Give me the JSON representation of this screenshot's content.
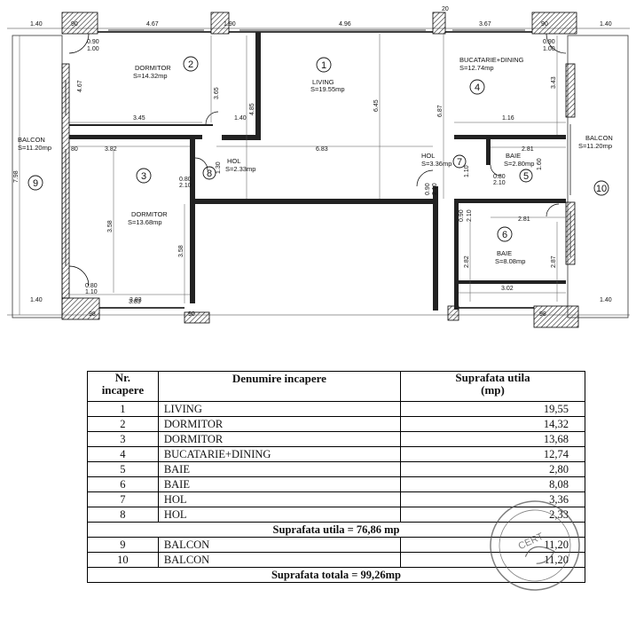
{
  "plan": {
    "top_dims": [
      "1.40",
      "4.67",
      "1.90",
      "4.96",
      "3.67",
      "1.40"
    ],
    "bottom_dims": [
      "1.40",
      "3.83",
      "1.40"
    ],
    "inner_dims": {
      "bedroom2_width": "3.45",
      "bedroom3_width": "3.82",
      "bedroom3_bottom": "3.83",
      "hall_width": "1.40",
      "corridor_width": "6.83",
      "kitchen_width": "1.16",
      "bath5_width": "2.81",
      "bath6_width": "2.81",
      "bath6_bottom": "3.02",
      "bedroom2_height": "4.67",
      "living_h1": "3.65",
      "living_h2": "4.85",
      "living_h3": "6.45",
      "living_h4": "6.87",
      "kitchen_height": "3.43",
      "bedroom3_height": "3.58",
      "bedroom3_height2": "3.58",
      "hall8_height": "1.30",
      "bath5_height": "1.60",
      "bath6_h1": "2.82",
      "bath6_h2": "2.87",
      "hol7_h": "1.10",
      "balcony_height": "7.98",
      "small_90": "90",
      "small_80": "80",
      "small_98": "98",
      "small_20": "20"
    },
    "door_tags": [
      "0.90",
      "1.00",
      "0.80",
      "1.10",
      "0.80",
      "2.10",
      "0.90",
      "2.10",
      "0.90",
      "2.10"
    ],
    "rooms": [
      {
        "num": "1",
        "name": "LIVING",
        "area": "S=19.55mp"
      },
      {
        "num": "2",
        "name": "DORMITOR",
        "area": "S=14.32mp"
      },
      {
        "num": "3",
        "name": "DORMITOR",
        "area": "S=13.68mp"
      },
      {
        "num": "4",
        "name": "BUCATARIE+DINING",
        "area": "S=12.74mp"
      },
      {
        "num": "5",
        "name": "BAIE",
        "area": "S=2.80mp"
      },
      {
        "num": "6",
        "name": "BAIE",
        "area": "S=8.08mp"
      },
      {
        "num": "7",
        "name": "HOL",
        "area": "S=3.36mp"
      },
      {
        "num": "8",
        "name": "HOL",
        "area": "S=2.33mp"
      },
      {
        "num": "9",
        "name": "BALCON",
        "area": "S=11.20mp"
      },
      {
        "num": "10",
        "name": "BALCON",
        "area": "S=11.20mp"
      }
    ]
  },
  "table": {
    "headers": {
      "nr_line1": "Nr.",
      "nr_line2": "incapere",
      "name": "Denumire incapere",
      "area_line1": "Suprafata utila",
      "area_line2": "(mp)"
    },
    "rows": [
      {
        "nr": "1",
        "name": "LIVING",
        "area": "19,55"
      },
      {
        "nr": "2",
        "name": "DORMITOR",
        "area": "14,32"
      },
      {
        "nr": "3",
        "name": "DORMITOR",
        "area": "13,68"
      },
      {
        "nr": "4",
        "name": "BUCATARIE+DINING",
        "area": "12,74"
      },
      {
        "nr": "5",
        "name": "BAIE",
        "area": "2,80"
      },
      {
        "nr": "6",
        "name": "BAIE",
        "area": "8,08"
      },
      {
        "nr": "7",
        "name": "HOL",
        "area": "3,36"
      },
      {
        "nr": "8",
        "name": "HOL",
        "area": "2,33"
      }
    ],
    "subtotal": "Suprafata utila =  76,86 mp",
    "balcony_rows": [
      {
        "nr": "9",
        "name": "BALCON",
        "area": "11,20"
      },
      {
        "nr": "10",
        "name": "BALCON",
        "area": "11,20"
      }
    ],
    "total": "Suprafata totala = 99,26mp"
  },
  "stamp": {
    "color": "#555555",
    "text": "CERT"
  }
}
